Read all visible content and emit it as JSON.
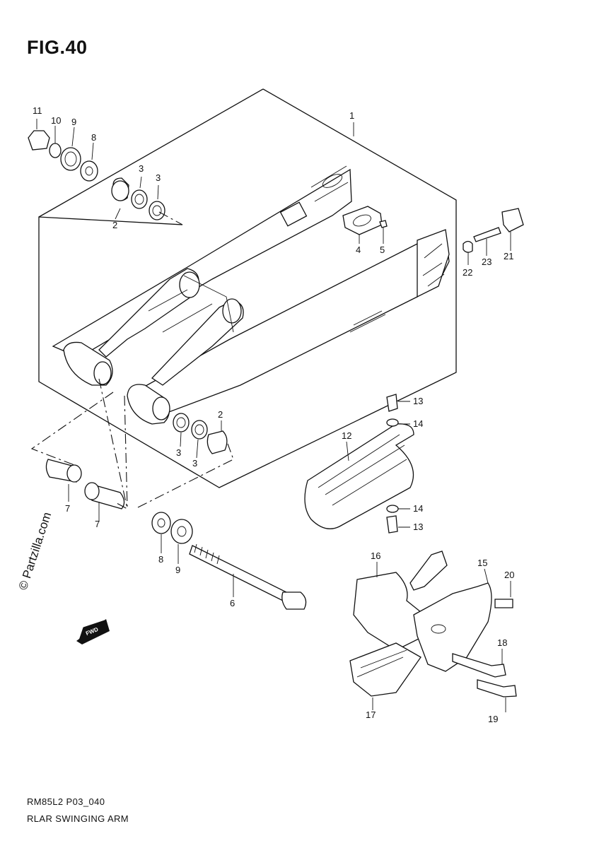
{
  "figure_title": "FIG.40",
  "watermark": "© Partzilla.com",
  "footer": {
    "part_code": "RM85L2 P03_040",
    "part_name": "RLAR SWINGING ARM"
  },
  "fwd_label": "FWD",
  "callouts": {
    "c1": "1",
    "c2a": "2",
    "c2b": "2",
    "c3a": "3",
    "c3b": "3",
    "c3c": "3",
    "c3d": "3",
    "c4": "4",
    "c5": "5",
    "c6": "6",
    "c7a": "7",
    "c7b": "7",
    "c8a": "8",
    "c8b": "8",
    "c9a": "9",
    "c9b": "9",
    "c10": "10",
    "c11": "11",
    "c12": "12",
    "c13a": "13",
    "c13b": "13",
    "c14a": "14",
    "c14b": "14",
    "c15": "15",
    "c16": "16",
    "c17": "17",
    "c18": "18",
    "c19": "19",
    "c20": "20",
    "c21": "21",
    "c22": "22",
    "c23": "23"
  }
}
